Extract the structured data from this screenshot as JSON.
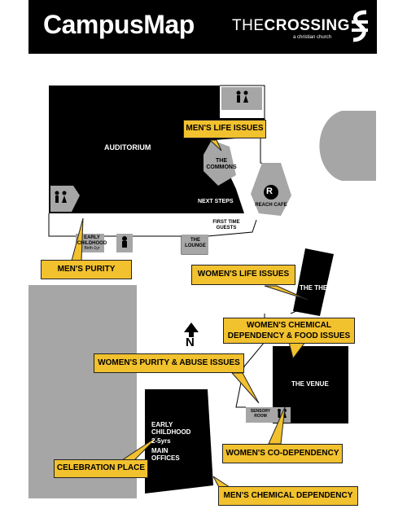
{
  "header": {
    "title": "CampusMap",
    "brand_light": "THE",
    "brand_bold": "CROSSING",
    "tagline": "a christian church"
  },
  "rooms": {
    "auditorium": "AUDITORIUM",
    "commons": "THE COMMONS",
    "next_steps": "NEXT STEPS",
    "reach_cafe": "REACH CAFE",
    "first_time_guests": "FIRST TIME GUESTS",
    "lounge": "THE LOUNGE",
    "early_childhood_top": "EARLY CHILDHOOD",
    "early_childhood_top_ages": "Birth-1yr",
    "theater": "THE THEATER",
    "venue": "THE VENUE",
    "sensory_room": "SENSORY ROOM",
    "early_childhood_bottom": "EARLY CHILDHOOD",
    "early_childhood_bottom_ages": "2-5yrs",
    "main_offices": "MAIN OFFICES",
    "cafe_logo_letter": "R"
  },
  "compass": {
    "label": "N"
  },
  "callouts": {
    "mens_life": "MEN'S LIFE ISSUES",
    "mens_purity": "MEN'S PURITY",
    "womens_life": "WOMEN'S LIFE ISSUES",
    "womens_chemical_line1": "WOMEN'S CHEMICAL",
    "womens_chemical_line2": "DEPENDENCY & FOOD ISSUES",
    "womens_purity": "WOMEN'S PURITY & ABUSE ISSUES",
    "womens_codependency": "WOMEN'S CO-DEPENDENCY",
    "celebration_place": "CELEBRATION PLACE",
    "mens_chemical": "MEN'S CHEMICAL DEPENDENCY"
  },
  "colors": {
    "header_bg": "#000000",
    "building": "#000000",
    "structure_gray": "#a6a6a6",
    "callout_fill": "#f2c12e"
  },
  "icons": [
    "restroom-icon",
    "family-restroom-icon",
    "north-arrow-icon",
    "cafe-logo-icon"
  ]
}
